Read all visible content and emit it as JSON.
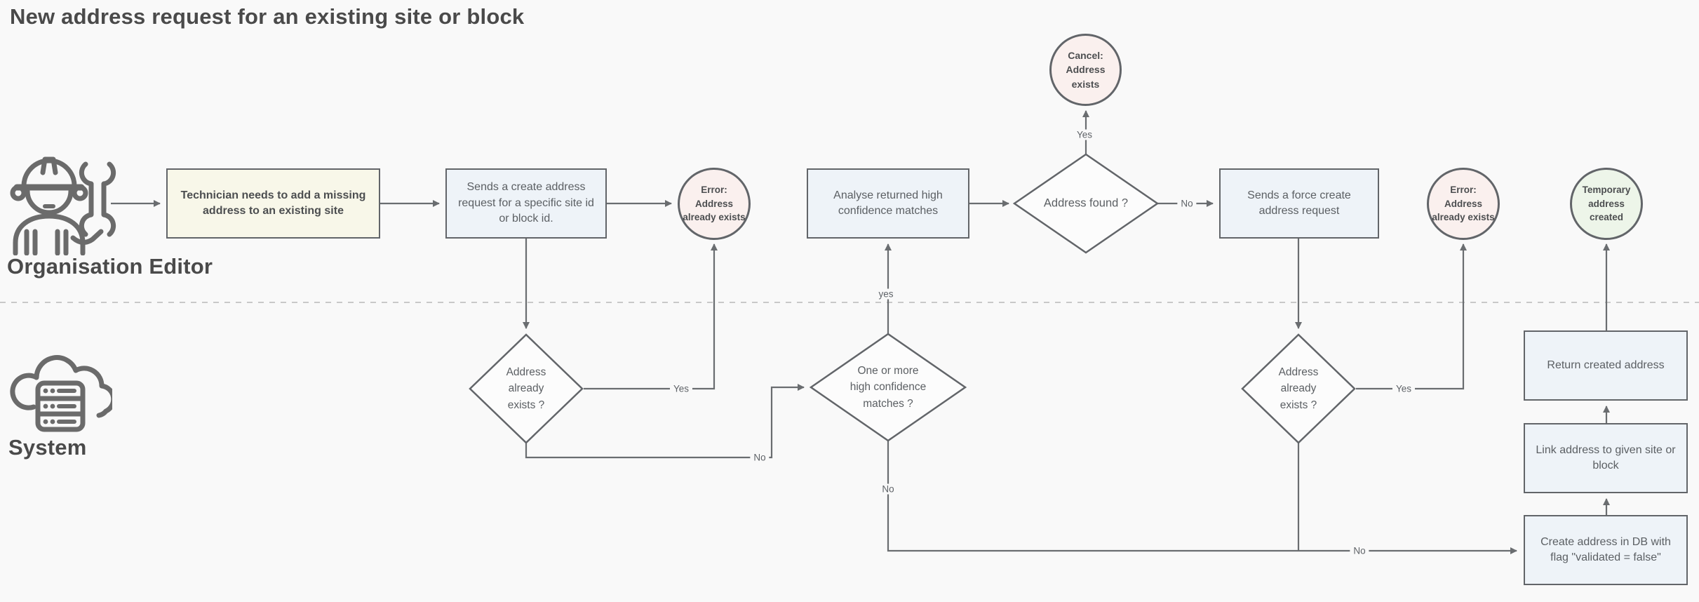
{
  "title": "New address request for an existing site or block",
  "lanes": {
    "actor": "Organisation Editor",
    "system": "System"
  },
  "nodes": {
    "technician_note": "Technician needs to add a missing address to an existing site",
    "send_create_request": "Sends a create address request for a specific site id or block id.",
    "error_address_exists_1": "Error:\nAddress\nalready exists",
    "analyse_matches": "Analyse returned high confidence matches",
    "address_found": "Address found ?",
    "cancel_address_exists": "Cancel:\nAddress exists",
    "send_force_create": "Sends a force create address request",
    "error_address_exists_2": "Error:\nAddress\nalready exists",
    "temporary_address_created": "Temporary\naddress\ncreated",
    "address_already_exists_1": "Address\nalready\nexists ?",
    "one_or_more_matches": "One or more\nhigh confidence\nmatches ?",
    "address_already_exists_2": "Address\nalready\nexists ?",
    "return_created_address": "Return created address",
    "link_address": "Link address to given site or block",
    "create_address_db": "Create address in DB with flag \"validated = false\""
  },
  "edge_labels": {
    "address_found_yes": "Yes",
    "address_found_no": "No",
    "exists1_yes": "Yes",
    "exists1_no": "No",
    "matches_yes": "yes",
    "matches_no": "No",
    "exists2_yes": "Yes",
    "exists2_no": "No"
  },
  "colors": {
    "background": "#f9f9f9",
    "process_fill": "#eef3f8",
    "note_fill": "#f8f7e9",
    "error_fill": "#faf0ee",
    "success_fill": "#edf5e9",
    "shape_stroke": "#626569",
    "line_stroke": "#6a6d70",
    "text": "#5b5f63",
    "title_text": "#4a4a4a",
    "divider": "#c9c9c9"
  }
}
